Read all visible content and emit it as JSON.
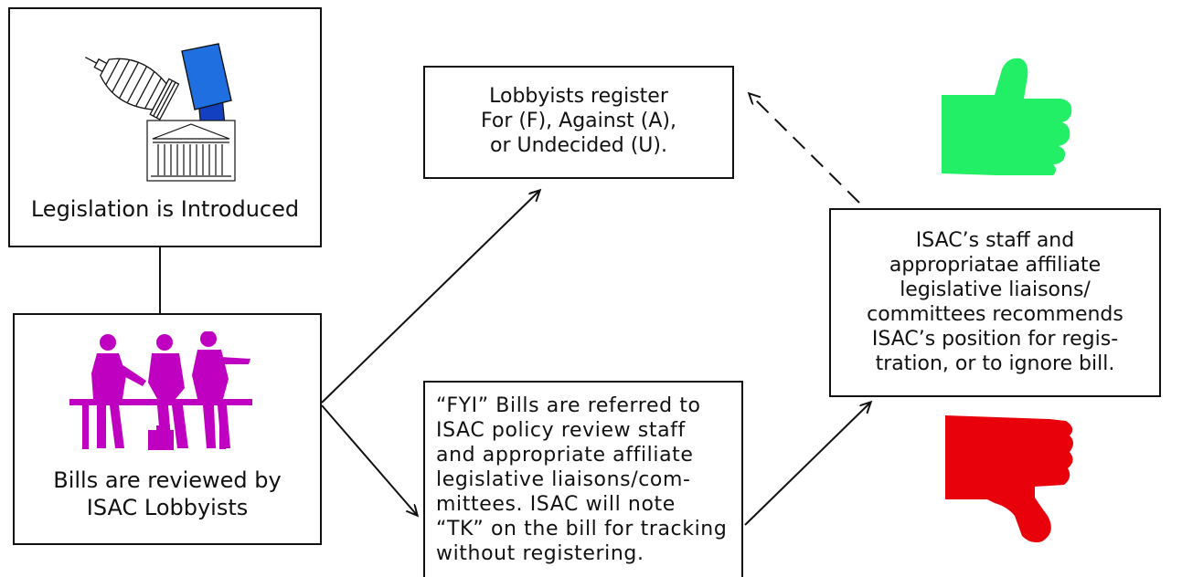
{
  "nodes": {
    "introduced": {
      "label": "Legislation is Introduced",
      "icon": "capitol-dome-with-documents"
    },
    "reviewed": {
      "label_lines": [
        "Bills are reviewed by",
        "ISAC Lobbyists"
      ],
      "icon": "business-meeting-people",
      "icon_color": "#c000c0"
    },
    "register": {
      "lines": [
        "Lobbyists register",
        "For (F), Against (A),",
        "or Undecided (U)."
      ]
    },
    "fyi": {
      "lines": [
        "“FYI” Bills are referred to",
        "ISAC policy review staff",
        "and appropriate affiliate",
        "legislative liaisons/com-",
        "mittees. ISAC will note",
        "“TK” on the bill for tracking",
        "without registering."
      ]
    },
    "recommend": {
      "lines": [
        "ISAC’s staff and",
        "appropriatae affiliate",
        "legislative liaisons/",
        "committees recommends",
        "ISAC’s position for regis-",
        "tration, or to ignore bill."
      ]
    }
  },
  "icons": {
    "thumbs_up": {
      "name": "thumbs-up-icon",
      "color": "#22ee66"
    },
    "thumbs_down": {
      "name": "thumbs-down-icon",
      "color": "#e8000b"
    }
  },
  "colors": {
    "document_blue": "#1f6fe0",
    "line": "#111111"
  }
}
